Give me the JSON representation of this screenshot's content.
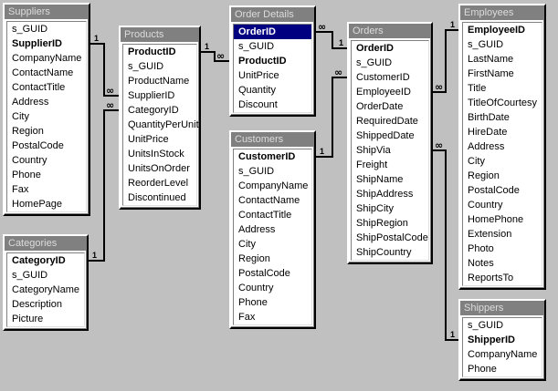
{
  "tables": [
    {
      "id": "suppliers",
      "title": "Suppliers",
      "fields": [
        {
          "name": "s_GUID"
        },
        {
          "name": "SupplierID",
          "key": true
        },
        {
          "name": "CompanyName"
        },
        {
          "name": "ContactName"
        },
        {
          "name": "ContactTitle"
        },
        {
          "name": "Address"
        },
        {
          "name": "City"
        },
        {
          "name": "Region"
        },
        {
          "name": "PostalCode"
        },
        {
          "name": "Country"
        },
        {
          "name": "Phone"
        },
        {
          "name": "Fax"
        },
        {
          "name": "HomePage"
        }
      ]
    },
    {
      "id": "products",
      "title": "Products",
      "fields": [
        {
          "name": "ProductID",
          "key": true
        },
        {
          "name": "s_GUID"
        },
        {
          "name": "ProductName"
        },
        {
          "name": "SupplierID"
        },
        {
          "name": "CategoryID"
        },
        {
          "name": "QuantityPerUnit"
        },
        {
          "name": "UnitPrice"
        },
        {
          "name": "UnitsInStock"
        },
        {
          "name": "UnitsOnOrder"
        },
        {
          "name": "ReorderLevel"
        },
        {
          "name": "Discontinued"
        }
      ]
    },
    {
      "id": "orderdetails",
      "title": "Order Details",
      "fields": [
        {
          "name": "OrderID",
          "key": true,
          "selected": true
        },
        {
          "name": "s_GUID"
        },
        {
          "name": "ProductID",
          "key": true
        },
        {
          "name": "UnitPrice"
        },
        {
          "name": "Quantity"
        },
        {
          "name": "Discount"
        }
      ]
    },
    {
      "id": "orders",
      "title": "Orders",
      "fields": [
        {
          "name": "OrderID",
          "key": true
        },
        {
          "name": "s_GUID"
        },
        {
          "name": "CustomerID"
        },
        {
          "name": "EmployeeID"
        },
        {
          "name": "OrderDate"
        },
        {
          "name": "RequiredDate"
        },
        {
          "name": "ShippedDate"
        },
        {
          "name": "ShipVia"
        },
        {
          "name": "Freight"
        },
        {
          "name": "ShipName"
        },
        {
          "name": "ShipAddress"
        },
        {
          "name": "ShipCity"
        },
        {
          "name": "ShipRegion"
        },
        {
          "name": "ShipPostalCode"
        },
        {
          "name": "ShipCountry"
        }
      ]
    },
    {
      "id": "employees",
      "title": "Employees",
      "fields": [
        {
          "name": "EmployeeID",
          "key": true
        },
        {
          "name": "s_GUID"
        },
        {
          "name": "LastName"
        },
        {
          "name": "FirstName"
        },
        {
          "name": "Title"
        },
        {
          "name": "TitleOfCourtesy"
        },
        {
          "name": "BirthDate"
        },
        {
          "name": "HireDate"
        },
        {
          "name": "Address"
        },
        {
          "name": "City"
        },
        {
          "name": "Region"
        },
        {
          "name": "PostalCode"
        },
        {
          "name": "Country"
        },
        {
          "name": "HomePhone"
        },
        {
          "name": "Extension"
        },
        {
          "name": "Photo"
        },
        {
          "name": "Notes"
        },
        {
          "name": "ReportsTo"
        }
      ]
    },
    {
      "id": "categories",
      "title": "Categories",
      "fields": [
        {
          "name": "CategoryID",
          "key": true
        },
        {
          "name": "s_GUID"
        },
        {
          "name": "CategoryName"
        },
        {
          "name": "Description"
        },
        {
          "name": "Picture"
        }
      ]
    },
    {
      "id": "customers",
      "title": "Customers",
      "fields": [
        {
          "name": "CustomerID",
          "key": true
        },
        {
          "name": "s_GUID"
        },
        {
          "name": "CompanyName"
        },
        {
          "name": "ContactName"
        },
        {
          "name": "ContactTitle"
        },
        {
          "name": "Address"
        },
        {
          "name": "City"
        },
        {
          "name": "Region"
        },
        {
          "name": "PostalCode"
        },
        {
          "name": "Country"
        },
        {
          "name": "Phone"
        },
        {
          "name": "Fax"
        }
      ]
    },
    {
      "id": "shippers",
      "title": "Shippers",
      "fields": [
        {
          "name": "s_GUID"
        },
        {
          "name": "ShipperID",
          "key": true
        },
        {
          "name": "CompanyName"
        },
        {
          "name": "Phone"
        }
      ]
    }
  ],
  "relationships": [
    {
      "name": "suppliers-products",
      "one": "suppliers.SupplierID",
      "many": "products.SupplierID",
      "one_label": "1",
      "many_label": "∞"
    },
    {
      "name": "categories-products",
      "one": "categories.CategoryID",
      "many": "products.CategoryID",
      "one_label": "1",
      "many_label": "∞"
    },
    {
      "name": "products-orderdetails",
      "one": "products.ProductID",
      "many": "orderdetails.ProductID",
      "one_label": "1",
      "many_label": "∞"
    },
    {
      "name": "orders-orderdetails",
      "one": "orders.OrderID",
      "many": "orderdetails.OrderID",
      "one_label": "1",
      "many_label": "∞"
    },
    {
      "name": "customers-orders",
      "one": "customers.CustomerID",
      "many": "orders.CustomerID",
      "one_label": "1",
      "many_label": "∞"
    },
    {
      "name": "employees-orders",
      "one": "employees.EmployeeID",
      "many": "orders.EmployeeID",
      "one_label": "1",
      "many_label": "∞"
    },
    {
      "name": "shippers-orders",
      "one": "shippers.ShipperID",
      "many": "orders.ShipVia",
      "one_label": "1",
      "many_label": "∞"
    }
  ]
}
